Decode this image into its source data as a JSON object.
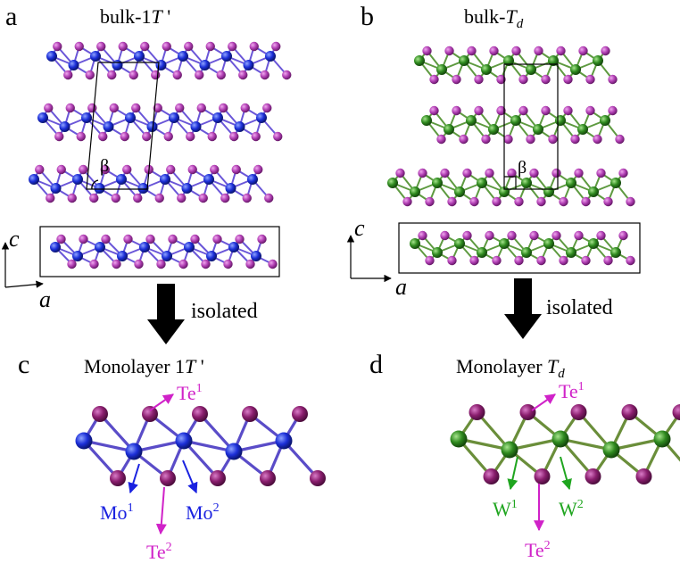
{
  "panels": {
    "a": {
      "letter": "a",
      "title_prefix": "bulk-1",
      "title_italic": "T",
      "title_suffix": " '",
      "beta": "β",
      "axis_c": "c",
      "axis_a": "a",
      "arrow_text": "isolated"
    },
    "b": {
      "letter": "b",
      "title_prefix": "bulk-",
      "title_italic": "T",
      "title_sub": "d",
      "beta": "β",
      "axis_c": "c",
      "axis_a": "a",
      "arrow_text": "isolated"
    },
    "c": {
      "letter": "c",
      "title_prefix": "Monolayer 1",
      "title_italic": "T",
      "title_suffix": " '",
      "labels": [
        {
          "base": "Te",
          "sup": "1"
        },
        {
          "base": "Mo",
          "sup": "1"
        },
        {
          "base": "Mo",
          "sup": "2"
        },
        {
          "base": "Te",
          "sup": "2"
        }
      ]
    },
    "d": {
      "letter": "d",
      "title_prefix": "Monolayer ",
      "title_italic": "T",
      "title_sub": "d",
      "labels": [
        {
          "base": "Te",
          "sup": "1"
        },
        {
          "base": "W",
          "sup": "1"
        },
        {
          "base": "W",
          "sup": "2"
        },
        {
          "base": "Te",
          "sup": "2"
        }
      ]
    }
  },
  "colors": {
    "te_atom": "#b13fb4",
    "te_atom_dark": "#8a1e6e",
    "mo_atom": "#1c2fd8",
    "w_atom": "#2f8a1f",
    "te_label": "#d022c8",
    "mo_label": "#1a22e0",
    "w_label": "#1fa51f",
    "arrow": "#000000"
  }
}
